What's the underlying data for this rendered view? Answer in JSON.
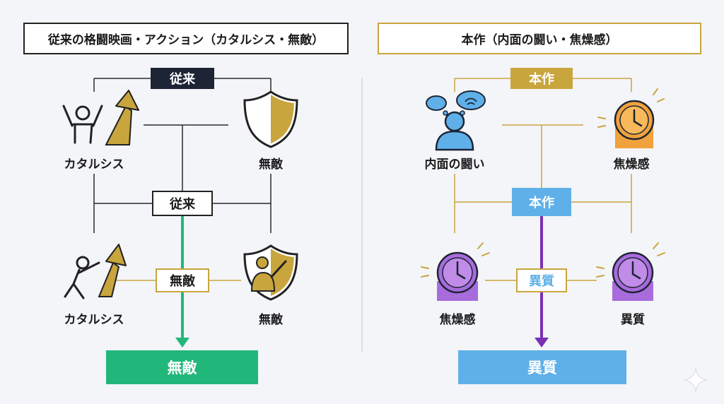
{
  "left": {
    "title": "従来の格闘映画・アクション（カタルシス・無敵）",
    "top_tag": "従来",
    "center_tag": "従来",
    "mid_tag": "無敵",
    "top_left_label": "カタルシス",
    "top_right_label": "無敵",
    "bottom_left_label": "カタルシス",
    "bottom_right_label": "無敵",
    "result": "無敵"
  },
  "right": {
    "title": "本作（内面の闘い・焦燥感）",
    "top_tag": "本作",
    "center_tag": "本作",
    "mid_tag": "異質",
    "top_left_label": "内面の闘い",
    "top_right_label": "焦燥感",
    "bottom_left_label": "焦燥感",
    "bottom_right_label": "異質",
    "result": "異質"
  },
  "colors": {
    "dark": "#1d2436",
    "gold": "#c9a53d",
    "green": "#22b77a",
    "light_blue": "#5fb0e8",
    "purple": "#7a2fb5",
    "orange": "#f0a23c",
    "violet": "#a86bdc"
  }
}
